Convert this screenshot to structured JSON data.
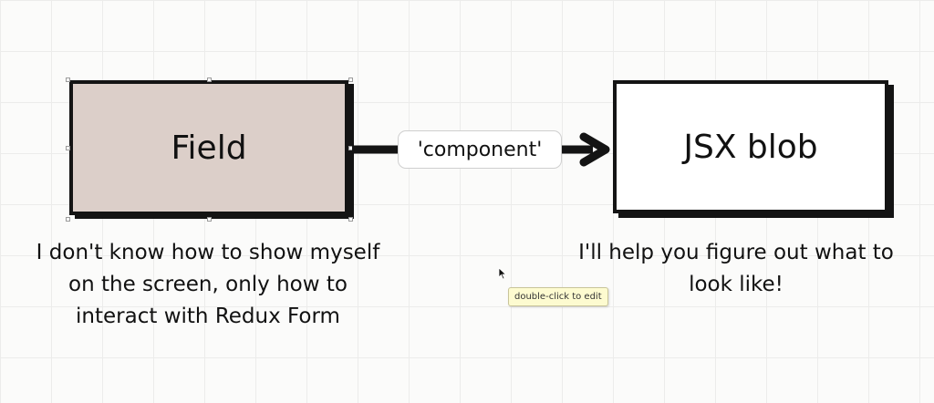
{
  "diagram": {
    "nodes": {
      "field": {
        "label": "Field",
        "fill": "#dccfc9"
      },
      "jsx": {
        "label": "JSX blob",
        "fill": "#ffffff"
      }
    },
    "edge": {
      "label": "'component'",
      "color": "#141414"
    },
    "captions": {
      "field": [
        "I don't know how to show myself",
        "on the screen, only how to",
        "interact with Redux Form"
      ],
      "jsx": [
        "I'll help you figure out what to",
        "look like!"
      ]
    }
  },
  "tooltip": {
    "text": "double-click to edit"
  },
  "cursor": {
    "icon": "mouse-pointer-icon"
  }
}
